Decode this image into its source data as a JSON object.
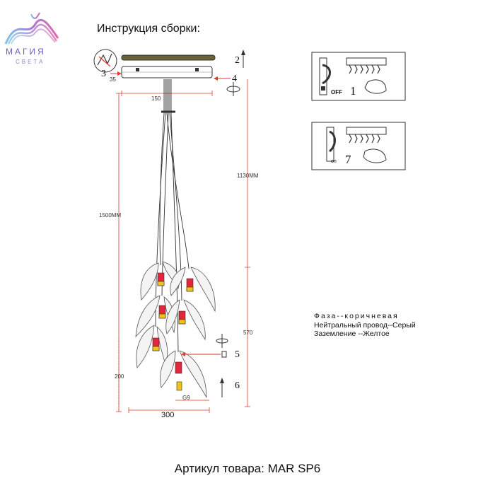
{
  "brand": {
    "name": "МАГИЯ",
    "tagline": "СВЕТА"
  },
  "title": "Инструкция сборки:",
  "dimensions": {
    "canopy_height": "35",
    "canopy_width": "150",
    "cable_length": "1130MM",
    "total_height": "1500MM",
    "lower_section": "570",
    "bottom_offset": "200",
    "width": "300"
  },
  "steps": {
    "s1": "1",
    "s2": "2",
    "s3": "3",
    "s4": "4",
    "s5": "5",
    "s6": "6",
    "s7": "7"
  },
  "switch_labels": {
    "off": "OFF",
    "on": "on"
  },
  "bulb_label": "G9",
  "wiring": {
    "phase": "Фаза--коричневая",
    "neutral": "Нейтральный провод--Серый",
    "ground": "Заземление --Желтое"
  },
  "footer": "Артикул товара: MAR SP6",
  "colors": {
    "dimension_lines": "#e23a2a",
    "brand": "#6b5fb8",
    "bulb_red": "#e0283a",
    "bulb_yellow": "#f2c21a"
  }
}
